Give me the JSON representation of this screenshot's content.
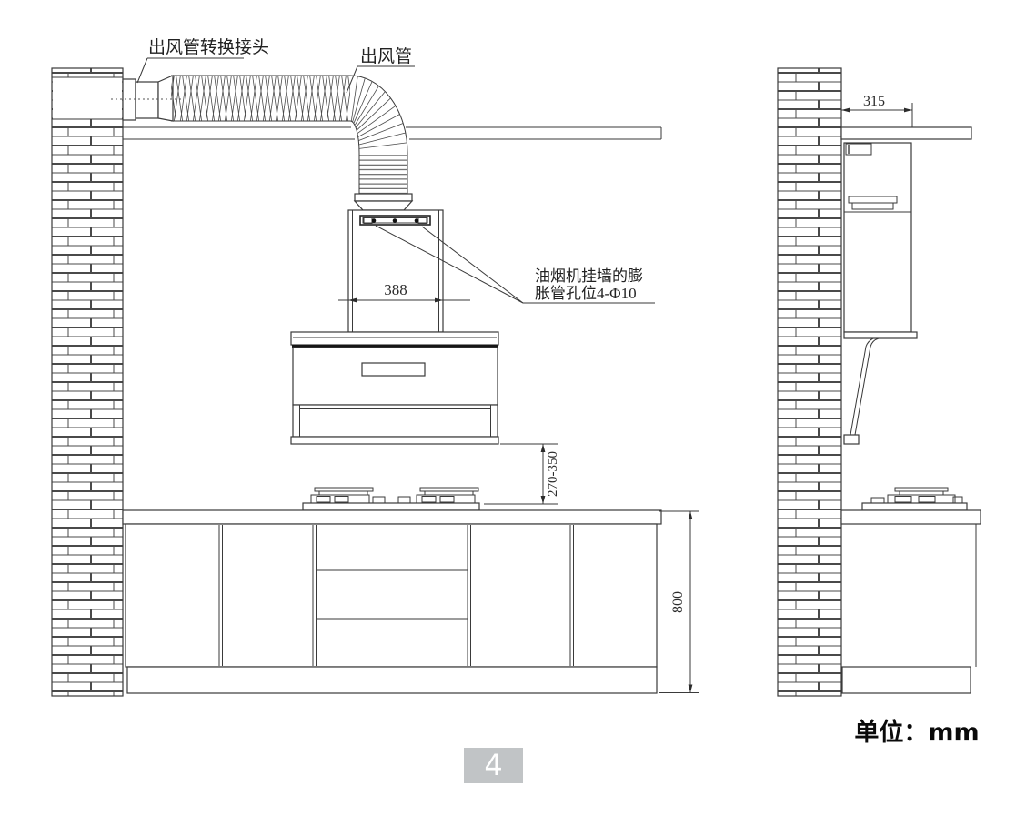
{
  "diagram": {
    "labels": {
      "duct_adapter": "出风管转换接头",
      "duct": "出风管",
      "mounting_holes_line1": "油烟机挂墙的膨",
      "mounting_holes_line2": "胀管孔位4-Φ10"
    },
    "dimensions": {
      "hood_width": "388",
      "hood_to_cooktop": "270-350",
      "cabinet_height": "800",
      "hood_depth": "315"
    },
    "unit_note": "单位：mm",
    "page": {
      "number": "4",
      "badge_bg": "#c1c4c6",
      "badge_text_color": "#ffffff"
    },
    "colors": {
      "line": "#3a3a3a"
    }
  }
}
